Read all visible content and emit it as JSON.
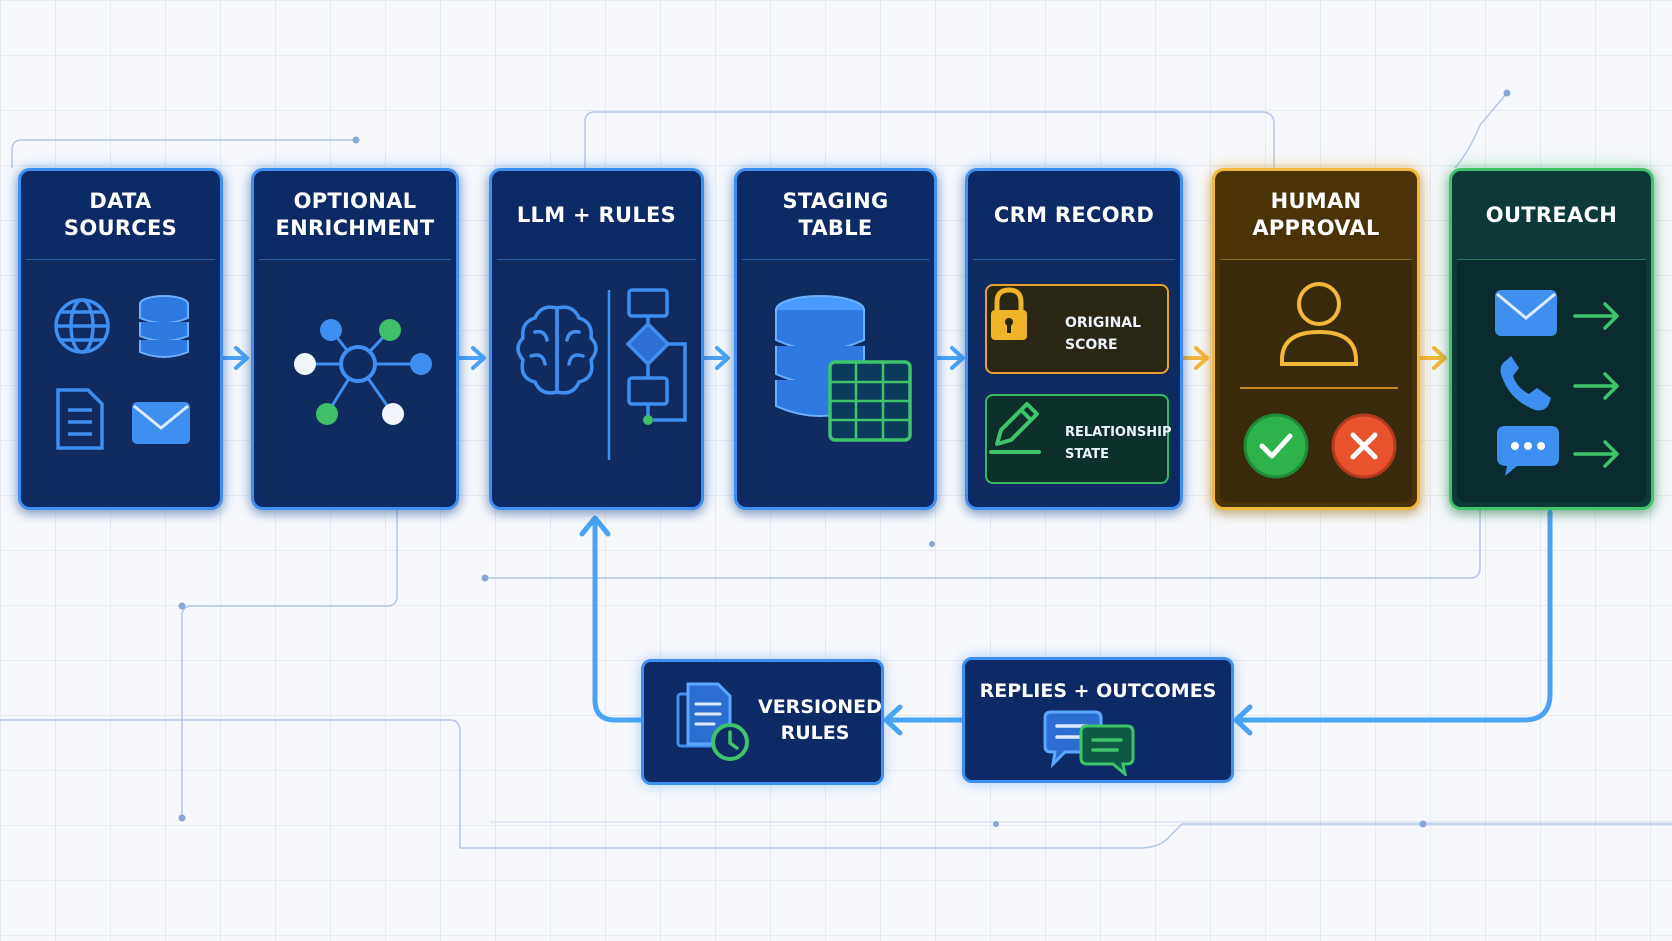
{
  "stages": [
    {
      "title": "DATA\nSOURCES",
      "icons": [
        "globe-icon",
        "database-icon",
        "document-icon",
        "email-icon"
      ]
    },
    {
      "title": "OPTIONAL\nENRICHMENT",
      "icons": [
        "network-graph-icon"
      ]
    },
    {
      "title": "LLM + RULES",
      "icons": [
        "brain-icon",
        "flowchart-icon"
      ]
    },
    {
      "title": "STAGING\nTABLE",
      "icons": [
        "database-icon",
        "table-grid-icon"
      ]
    },
    {
      "title": "CRM RECORD",
      "fields": [
        {
          "label": "ORIGINAL\nSCORE",
          "icon": "lock-icon"
        },
        {
          "label": "RELATIONSHIP\nSTATE",
          "icon": "pencil-icon"
        }
      ]
    },
    {
      "title": "HUMAN\nAPPROVAL",
      "icons": [
        "user-icon",
        "check-icon",
        "close-icon"
      ]
    },
    {
      "title": "OUTREACH",
      "icons": [
        "email-icon",
        "phone-icon",
        "chat-icon",
        "arrow-right-icon"
      ]
    }
  ],
  "feedback": [
    {
      "title": "REPLIES + OUTCOMES",
      "icons": [
        "chat-bubbles-icon"
      ]
    },
    {
      "title": "VERSIONED\nRULES",
      "icons": [
        "versioned-document-icon",
        "clock-icon"
      ]
    }
  ],
  "colors": {
    "stage_border": "#3d8ff0",
    "stage_fill": "#0c2a66",
    "approval_accent": "#f3b73a",
    "outreach_accent": "#3fc36b",
    "flow_arrow": "#4aa3f5",
    "approve": "#2db34a",
    "reject": "#e8532d"
  }
}
